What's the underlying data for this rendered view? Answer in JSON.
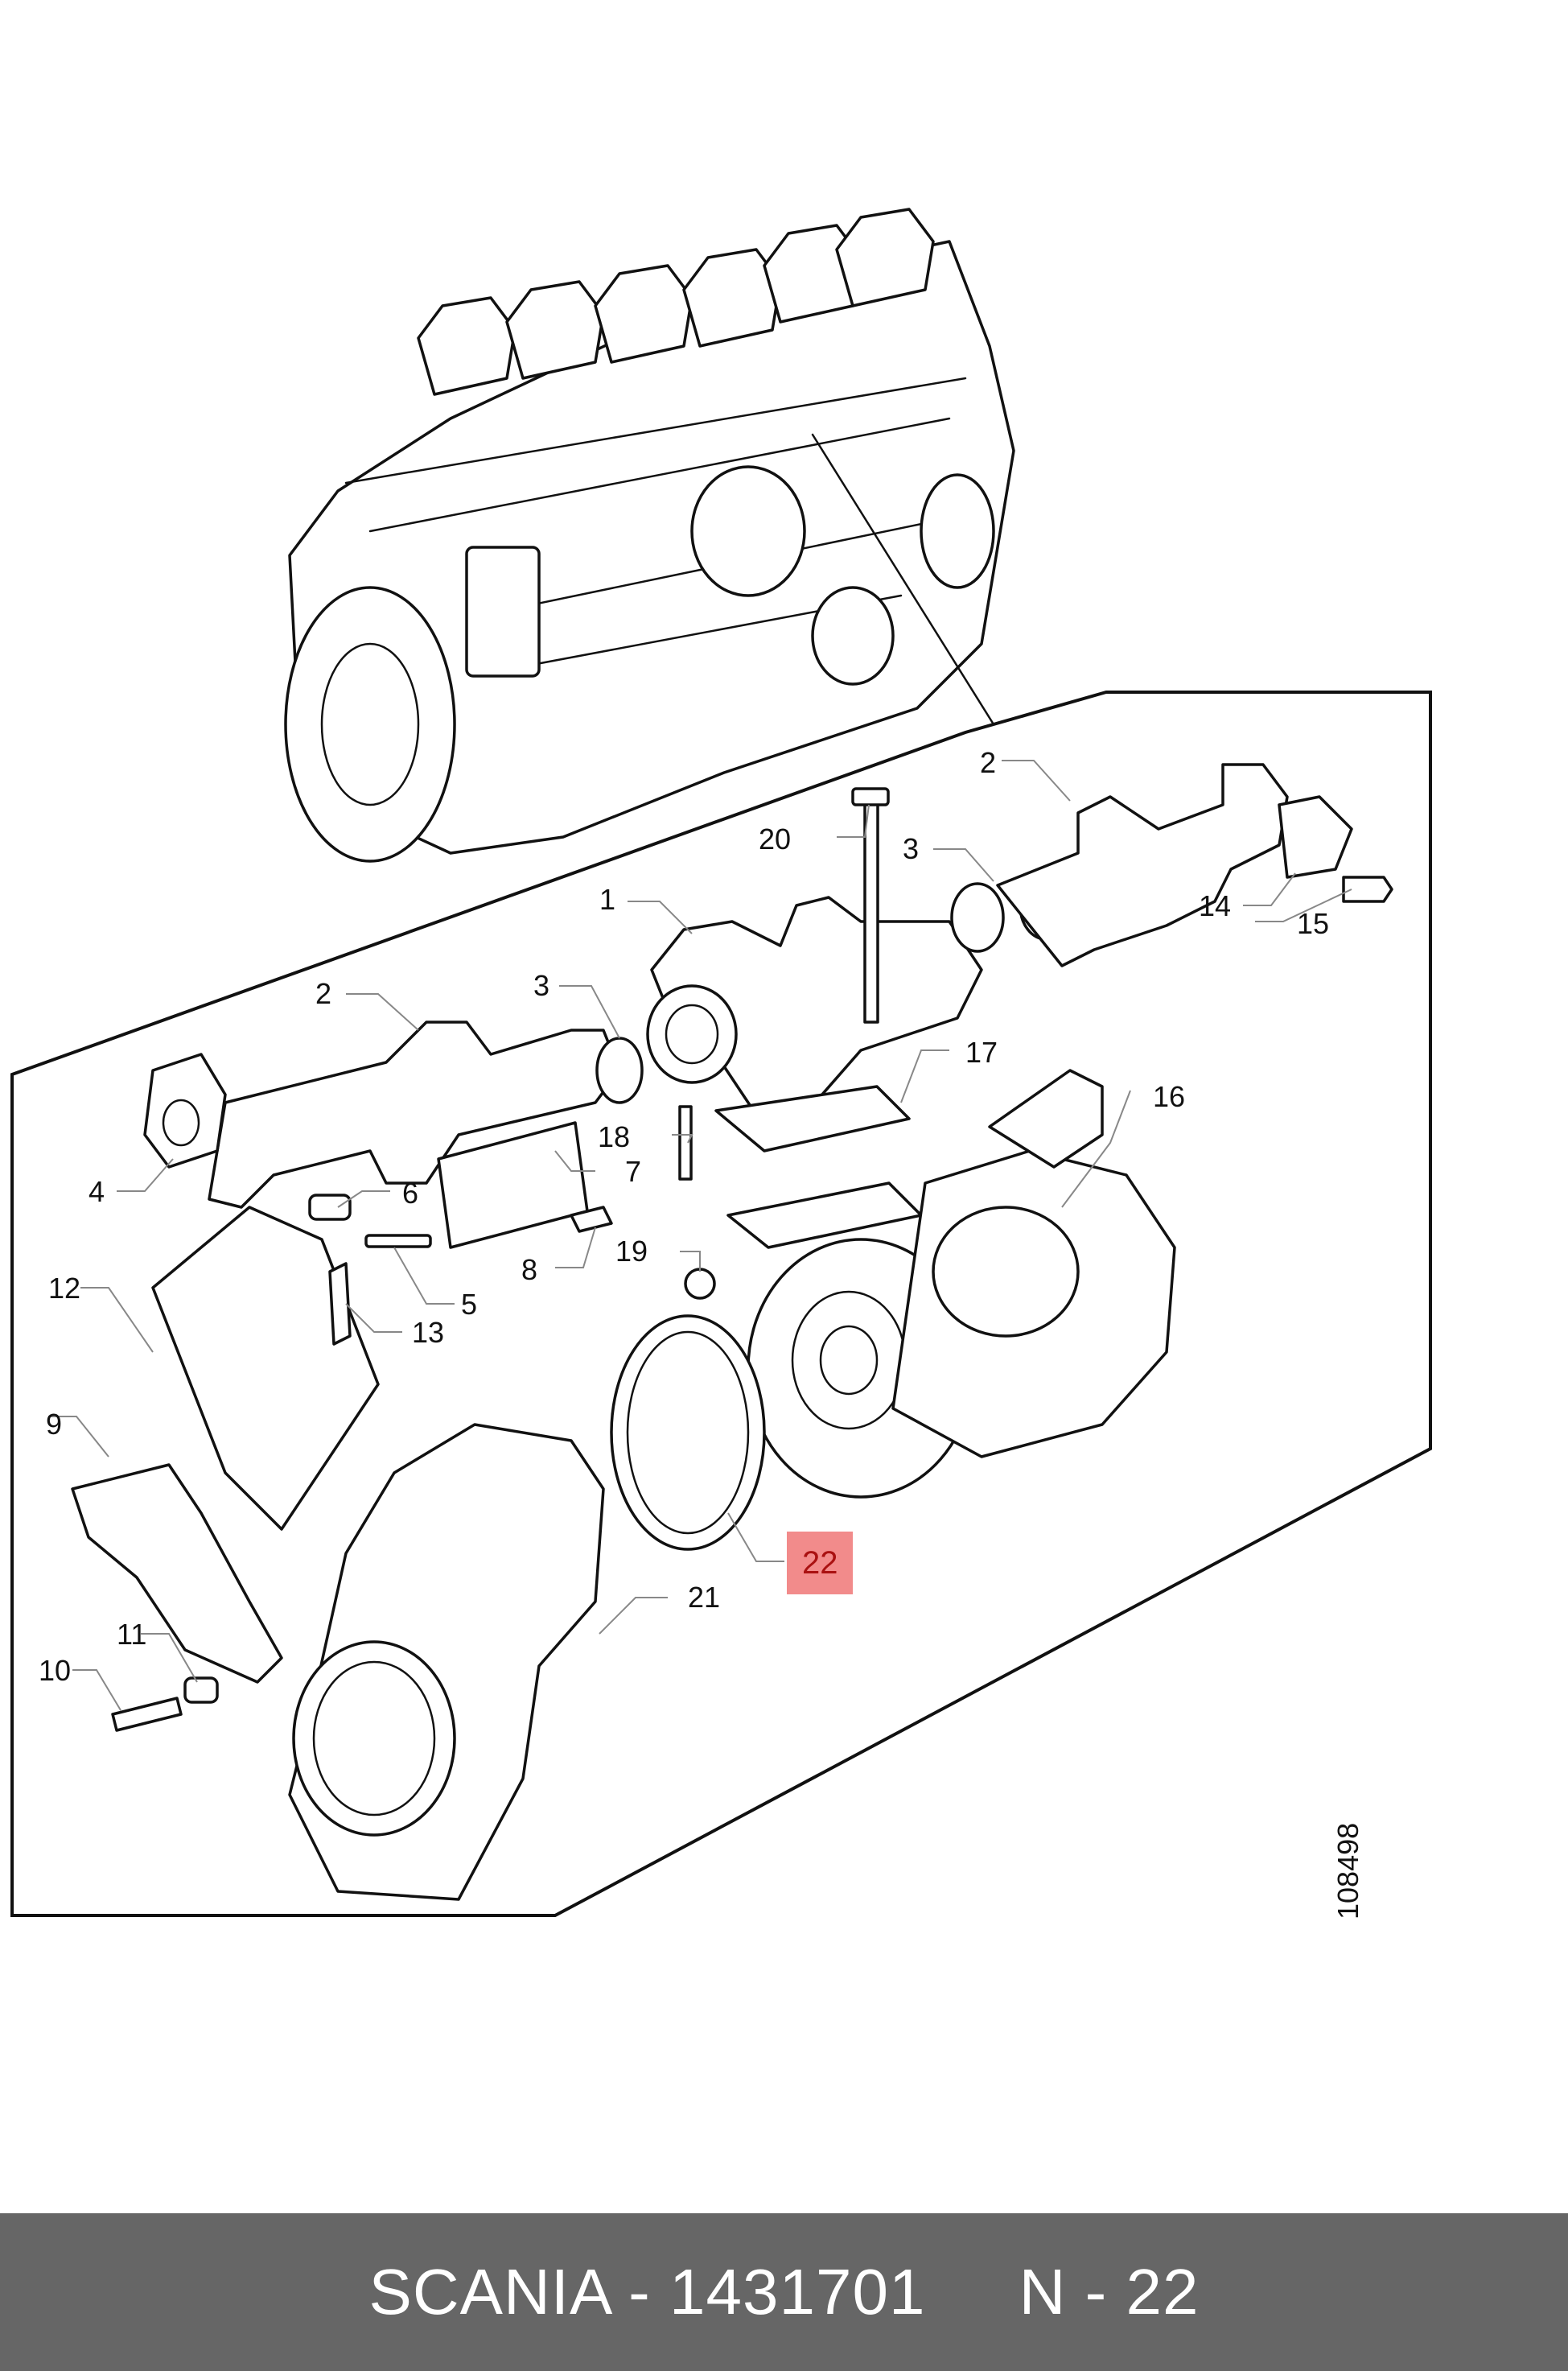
{
  "callouts": {
    "c1": "1",
    "c2a": "2",
    "c2b": "2",
    "c3a": "3",
    "c3b": "3",
    "c4": "4",
    "c5": "5",
    "c6": "6",
    "c7": "7",
    "c8": "8",
    "c9": "9",
    "c10": "10",
    "c11": "11",
    "c12": "12",
    "c13": "13",
    "c14": "14",
    "c15": "15",
    "c16": "16",
    "c17": "17",
    "c18": "18",
    "c19": "19",
    "c20": "20",
    "c21": "21",
    "c22": "22"
  },
  "drawing_number": "108498",
  "highlight_color": "#f28b8b",
  "footer": {
    "text": "SCANIA - 1431701     N - 22",
    "background": "#666666"
  }
}
